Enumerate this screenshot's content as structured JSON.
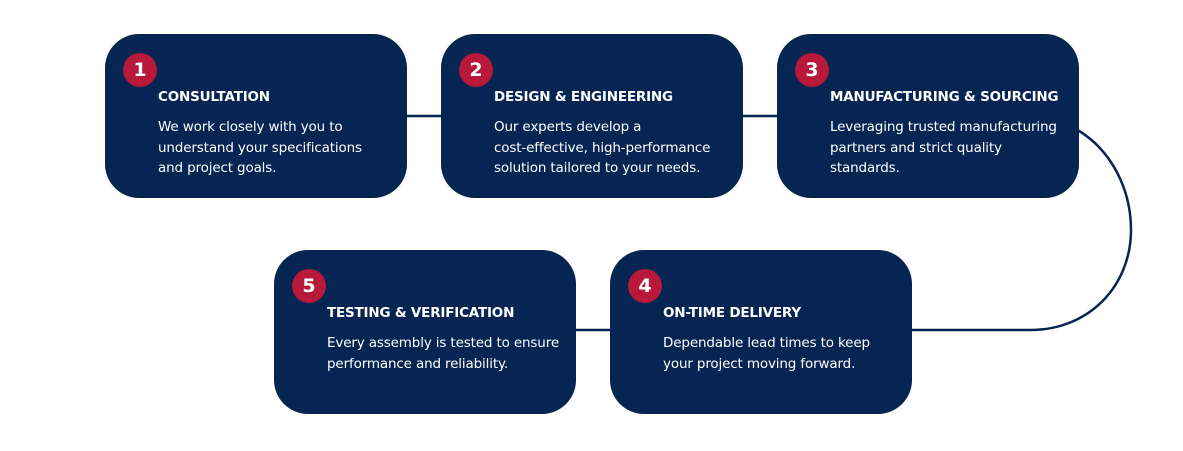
{
  "colors": {
    "card_background": "#062552",
    "badge_background": "#b8183a",
    "connector": "#062552",
    "text": "#ffffff"
  },
  "steps": [
    {
      "number": "1",
      "title": "CONSULTATION",
      "description_lines": [
        "We work closely with you to",
        "understand your specifications",
        "and project goals."
      ]
    },
    {
      "number": "2",
      "title": "DESIGN & ENGINEERING",
      "description_lines": [
        "Our experts develop a",
        "cost-effective, high-performance",
        "solution tailored to your needs."
      ]
    },
    {
      "number": "3",
      "title": "MANUFACTURING & SOURCING",
      "description_lines": [
        "Leveraging trusted manufacturing",
        "partners and strict quality",
        "standards."
      ]
    },
    {
      "number": "4",
      "title": "ON-TIME DELIVERY",
      "description_lines": [
        "Dependable lead times to keep",
        "your project moving forward."
      ]
    },
    {
      "number": "5",
      "title": "TESTING & VERIFICATION",
      "description_lines": [
        "Every assembly is tested to ensure",
        "performance and reliability."
      ]
    }
  ]
}
